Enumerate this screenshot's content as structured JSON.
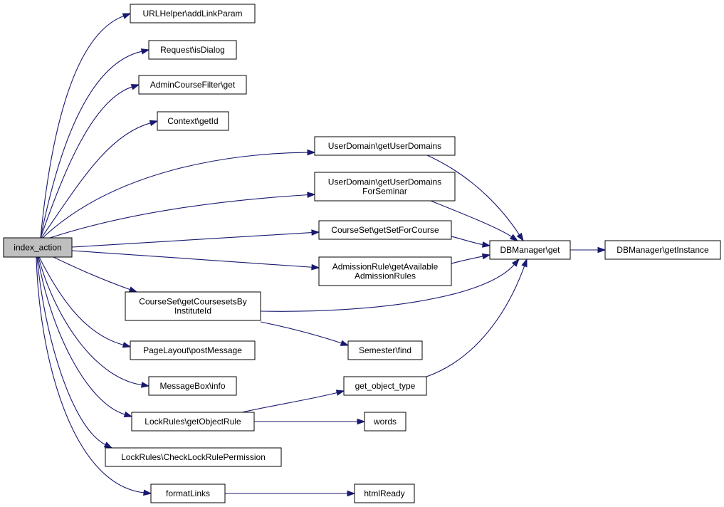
{
  "graph": {
    "root": "index_action",
    "nodes": [
      {
        "id": "index_action",
        "lines": [
          "index_action"
        ],
        "root": true
      },
      {
        "id": "urlhelper",
        "lines": [
          "URLHelper\\addLinkParam"
        ]
      },
      {
        "id": "request",
        "lines": [
          "Request\\isDialog"
        ]
      },
      {
        "id": "acfilter",
        "lines": [
          "AdminCourseFilter\\get"
        ]
      },
      {
        "id": "context",
        "lines": [
          "Context\\getId"
        ]
      },
      {
        "id": "userdomains",
        "lines": [
          "UserDomain\\getUserDomains"
        ]
      },
      {
        "id": "userdomainsseminar",
        "lines": [
          "UserDomain\\getUserDomains",
          "ForSeminar"
        ]
      },
      {
        "id": "setforcourse",
        "lines": [
          "CourseSet\\getSetForCourse"
        ]
      },
      {
        "id": "admissionrules",
        "lines": [
          "AdmissionRule\\getAvailable",
          "AdmissionRules"
        ]
      },
      {
        "id": "coursesets",
        "lines": [
          "CourseSet\\getCoursesetsBy",
          "InstituteId"
        ]
      },
      {
        "id": "postmessage",
        "lines": [
          "PageLayout\\postMessage"
        ]
      },
      {
        "id": "msginfo",
        "lines": [
          "MessageBox\\info"
        ]
      },
      {
        "id": "getobjectrule",
        "lines": [
          "LockRules\\getObjectRule"
        ]
      },
      {
        "id": "checklock",
        "lines": [
          "LockRules\\CheckLockRulePermission"
        ]
      },
      {
        "id": "formatlinks",
        "lines": [
          "formatLinks"
        ]
      },
      {
        "id": "dbget",
        "lines": [
          "DBManager\\get"
        ]
      },
      {
        "id": "dbinstance",
        "lines": [
          "DBManager\\getInstance"
        ]
      },
      {
        "id": "semester",
        "lines": [
          "Semester\\find"
        ]
      },
      {
        "id": "objtype",
        "lines": [
          "get_object_type"
        ]
      },
      {
        "id": "words",
        "lines": [
          "words"
        ]
      },
      {
        "id": "htmlready",
        "lines": [
          "htmlReady"
        ]
      }
    ],
    "edges": [
      {
        "from": "index_action",
        "to": "urlhelper"
      },
      {
        "from": "index_action",
        "to": "request"
      },
      {
        "from": "index_action",
        "to": "acfilter"
      },
      {
        "from": "index_action",
        "to": "context"
      },
      {
        "from": "index_action",
        "to": "userdomains"
      },
      {
        "from": "index_action",
        "to": "userdomainsseminar"
      },
      {
        "from": "index_action",
        "to": "setforcourse"
      },
      {
        "from": "index_action",
        "to": "admissionrules"
      },
      {
        "from": "index_action",
        "to": "coursesets"
      },
      {
        "from": "index_action",
        "to": "postmessage"
      },
      {
        "from": "index_action",
        "to": "msginfo"
      },
      {
        "from": "index_action",
        "to": "getobjectrule"
      },
      {
        "from": "index_action",
        "to": "checklock"
      },
      {
        "from": "index_action",
        "to": "formatlinks"
      },
      {
        "from": "userdomains",
        "to": "dbget"
      },
      {
        "from": "userdomainsseminar",
        "to": "dbget"
      },
      {
        "from": "setforcourse",
        "to": "dbget"
      },
      {
        "from": "admissionrules",
        "to": "dbget"
      },
      {
        "from": "coursesets",
        "to": "dbget"
      },
      {
        "from": "coursesets",
        "to": "semester"
      },
      {
        "from": "objtype",
        "to": "dbget"
      },
      {
        "from": "getobjectrule",
        "to": "objtype"
      },
      {
        "from": "getobjectrule",
        "to": "words"
      },
      {
        "from": "formatlinks",
        "to": "htmlready"
      },
      {
        "from": "dbget",
        "to": "dbinstance"
      }
    ]
  }
}
